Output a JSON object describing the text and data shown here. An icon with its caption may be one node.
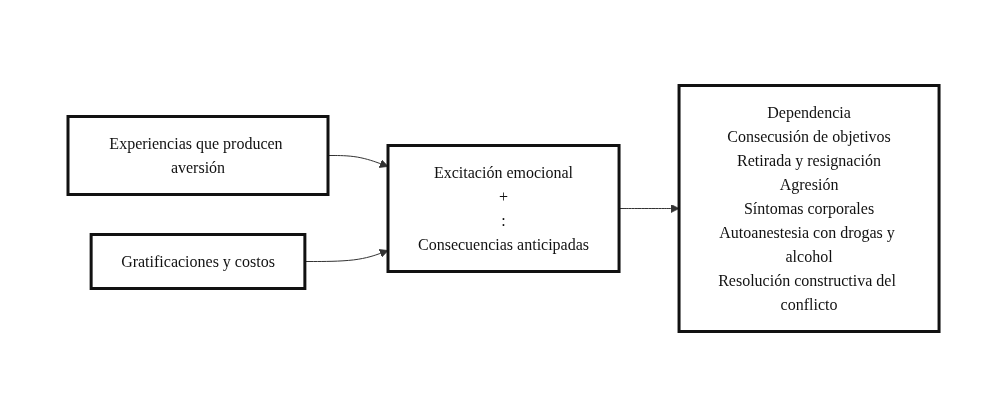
{
  "diagram": {
    "nodes": [
      {
        "text": [
          "Experiencias que producen aversión"
        ]
      },
      {
        "text": [
          "Gratificaciones y costos"
        ]
      },
      {
        "text": [
          "Excitación emocional",
          "+",
          ":",
          "Consecuencias anticipadas"
        ]
      },
      {
        "text": [
          "Dependencia",
          "Consecusión de objetivos",
          "Retirada y resignación",
          "Agresión",
          "Síntomas corporales",
          "Autoanestesia con drogas y alcohol",
          "Resolución constructiva del conflicto"
        ]
      }
    ],
    "edges": [
      {
        "from": 0,
        "to": 2,
        "arrow": "to"
      },
      {
        "from": 1,
        "to": 2,
        "arrow": "to"
      },
      {
        "from": 2,
        "to": 3,
        "arrow": "to"
      }
    ]
  }
}
